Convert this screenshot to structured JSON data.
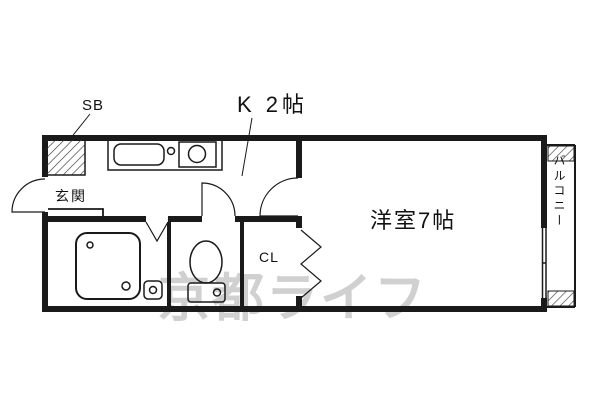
{
  "floorplan": {
    "labels": {
      "shoe_box": "SB",
      "kitchen": "K 2帖",
      "entrance": "玄関",
      "closet": "CL",
      "western_room": "洋室7帖",
      "balcony": "バルコニー"
    },
    "watermark": "京都ライフ",
    "colors": {
      "wall": "#1a1a1a",
      "watermark": "#c5c5c5",
      "background": "#ffffff"
    }
  }
}
